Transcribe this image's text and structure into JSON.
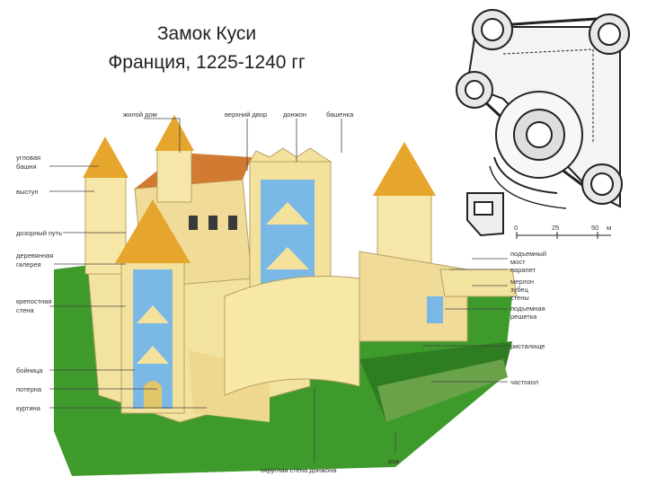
{
  "title": {
    "line1": "Замок Куси",
    "line2": "Франция, 1225-1240 гг"
  },
  "labels": {
    "left": [
      "угловая",
      "башня",
      "выступ",
      "дозорный путь",
      "деревянная",
      "галерея",
      "крепостная",
      "стена",
      "бойница",
      "потерна",
      "куртина"
    ],
    "top": [
      "жилой дом",
      "верхний двор",
      "донжон",
      "башенка"
    ],
    "right": [
      "подъемный",
      "мост",
      "парапет",
      "мерлон",
      "зубец",
      "стены",
      "подъемная",
      "решетка",
      "ристалище",
      "частокол"
    ],
    "bottom": [
      "ров",
      "округлая стена донжона"
    ]
  },
  "plan": {
    "scale": [
      "0",
      "25",
      "50",
      "м"
    ]
  },
  "colors": {
    "grass": "#3f9a2c",
    "stone": "#f3e3a0",
    "roof": "#e6a52c",
    "water_blue": "#7ab8e6",
    "plan_ink": "#222222"
  }
}
